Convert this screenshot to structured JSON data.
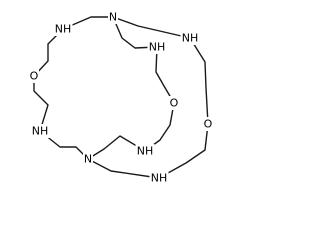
{
  "molecule": {
    "atoms": [
      {
        "id": "N1",
        "label": "N"
      },
      {
        "id": "NH1",
        "label": "NH"
      },
      {
        "id": "NH2",
        "label": "NH"
      },
      {
        "id": "NH3",
        "label": "NH"
      },
      {
        "id": "O1",
        "label": "O"
      },
      {
        "id": "O2",
        "label": "O"
      },
      {
        "id": "O3",
        "label": "O"
      },
      {
        "id": "NH4",
        "label": "NH"
      },
      {
        "id": "NH5",
        "label": "NH"
      },
      {
        "id": "N2",
        "label": "N"
      },
      {
        "id": "NH6",
        "label": "NH"
      }
    ],
    "bond_color": "#1a1a1a",
    "label_color": "#000000"
  }
}
